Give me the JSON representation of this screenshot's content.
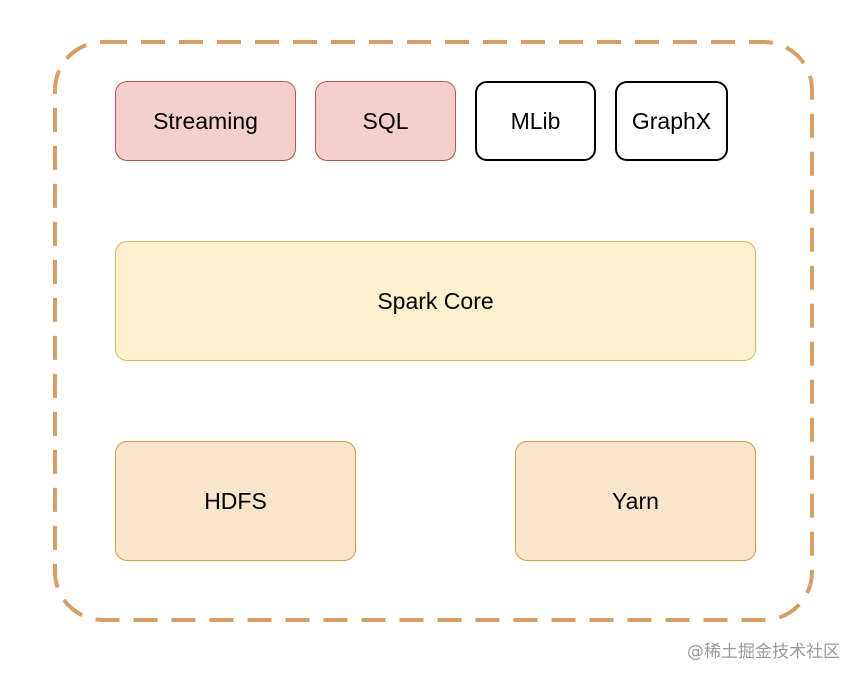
{
  "diagram": {
    "frame_color": "#d89e66",
    "libraries": [
      {
        "label": "Streaming",
        "style": "red"
      },
      {
        "label": "SQL",
        "style": "red"
      },
      {
        "label": "MLib",
        "style": "plain"
      },
      {
        "label": "GraphX",
        "style": "plain"
      }
    ],
    "core": {
      "label": "Spark Core"
    },
    "storage": {
      "label": "HDFS"
    },
    "scheduler": {
      "label": "Yarn"
    }
  },
  "watermark": "@稀土掘金技术社区"
}
